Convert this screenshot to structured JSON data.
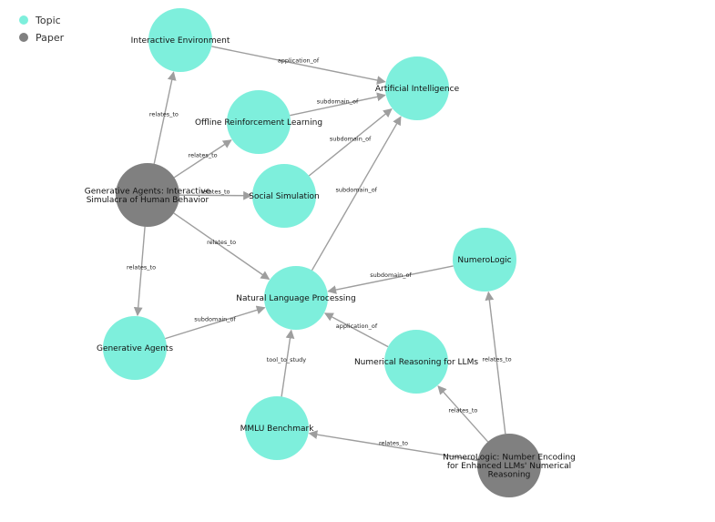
{
  "colors": {
    "topic": "#7eefdc",
    "paper": "#808080",
    "edge": "#9e9e9e"
  },
  "legend": [
    {
      "key": "topic",
      "label": "Topic"
    },
    {
      "key": "paper",
      "label": "Paper"
    }
  ],
  "nodes": [
    {
      "id": "interactive-environment",
      "type": "topic",
      "label": [
        "Interactive Environment"
      ]
    },
    {
      "id": "artificial-intelligence",
      "type": "topic",
      "label": [
        "Artificial Intelligence"
      ]
    },
    {
      "id": "offline-rl",
      "type": "topic",
      "label": [
        "Offline Reinforcement Learning"
      ]
    },
    {
      "id": "social-simulation",
      "type": "topic",
      "label": [
        "Social Simulation"
      ]
    },
    {
      "id": "generative-agents-paper",
      "type": "paper",
      "label": [
        "Generative Agents: Interactive",
        "Simulacra of Human Behavior"
      ]
    },
    {
      "id": "numerologic",
      "type": "topic",
      "label": [
        "NumeroLogic"
      ]
    },
    {
      "id": "nlp",
      "type": "topic",
      "label": [
        "Natural Language Processing"
      ]
    },
    {
      "id": "generative-agents",
      "type": "topic",
      "label": [
        "Generative Agents"
      ]
    },
    {
      "id": "numerical-reasoning",
      "type": "topic",
      "label": [
        "Numerical Reasoning for LLMs"
      ]
    },
    {
      "id": "mmlu",
      "type": "topic",
      "label": [
        "MMLU Benchmark"
      ]
    },
    {
      "id": "numerologic-paper",
      "type": "paper",
      "label": [
        "NumeroLogic: Number Encoding",
        "for Enhanced LLMs' Numerical",
        "Reasoning"
      ]
    }
  ],
  "edges": [
    {
      "from": "interactive-environment",
      "to": "artificial-intelligence",
      "label": "application_of"
    },
    {
      "from": "offline-rl",
      "to": "artificial-intelligence",
      "label": "subdomain_of"
    },
    {
      "from": "social-simulation",
      "to": "artificial-intelligence",
      "label": "subdomain_of"
    },
    {
      "from": "nlp",
      "to": "artificial-intelligence",
      "label": "subdomain_of"
    },
    {
      "from": "generative-agents-paper",
      "to": "interactive-environment",
      "label": "relates_to"
    },
    {
      "from": "generative-agents-paper",
      "to": "offline-rl",
      "label": "relates_to"
    },
    {
      "from": "generative-agents-paper",
      "to": "social-simulation",
      "label": "relates_to"
    },
    {
      "from": "generative-agents-paper",
      "to": "nlp",
      "label": "relates_to"
    },
    {
      "from": "generative-agents-paper",
      "to": "generative-agents",
      "label": "relates_to"
    },
    {
      "from": "generative-agents",
      "to": "nlp",
      "label": "subdomain_of"
    },
    {
      "from": "numerologic",
      "to": "nlp",
      "label": "subdomain_of"
    },
    {
      "from": "numerical-reasoning",
      "to": "nlp",
      "label": "application_of"
    },
    {
      "from": "mmlu",
      "to": "nlp",
      "label": "tool_to_study"
    },
    {
      "from": "numerologic-paper",
      "to": "numerologic",
      "label": "relates_to"
    },
    {
      "from": "numerologic-paper",
      "to": "numerical-reasoning",
      "label": "relates_to"
    },
    {
      "from": "numerologic-paper",
      "to": "mmlu",
      "label": "relates_to"
    }
  ]
}
